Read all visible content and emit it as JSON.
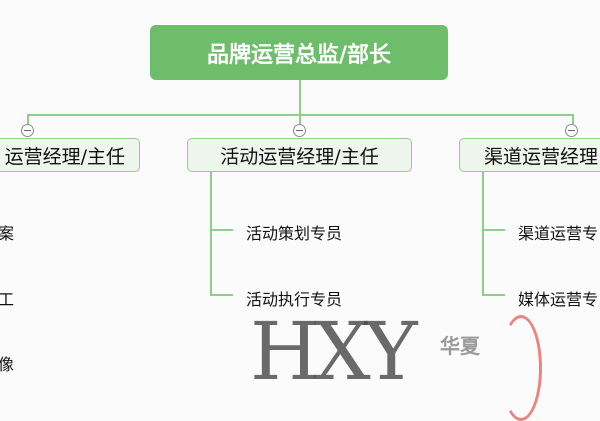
{
  "root": {
    "label": "品牌运营总监/部长"
  },
  "managers": [
    {
      "label": "运营经理/主任",
      "children": [
        "案",
        "工",
        "像"
      ]
    },
    {
      "label": "活动运营经理/主任",
      "children": [
        "活动策划专员",
        "活动执行专员"
      ]
    },
    {
      "label": "渠道运营经理",
      "children": [
        "渠道运营专",
        "媒体运营专"
      ]
    }
  ],
  "watermark": {
    "text": "HXY",
    "cn": "华夏"
  },
  "colors": {
    "root": "#6dbd6a",
    "line": "#8fcf8a",
    "box_bg": "#eef5ec"
  }
}
